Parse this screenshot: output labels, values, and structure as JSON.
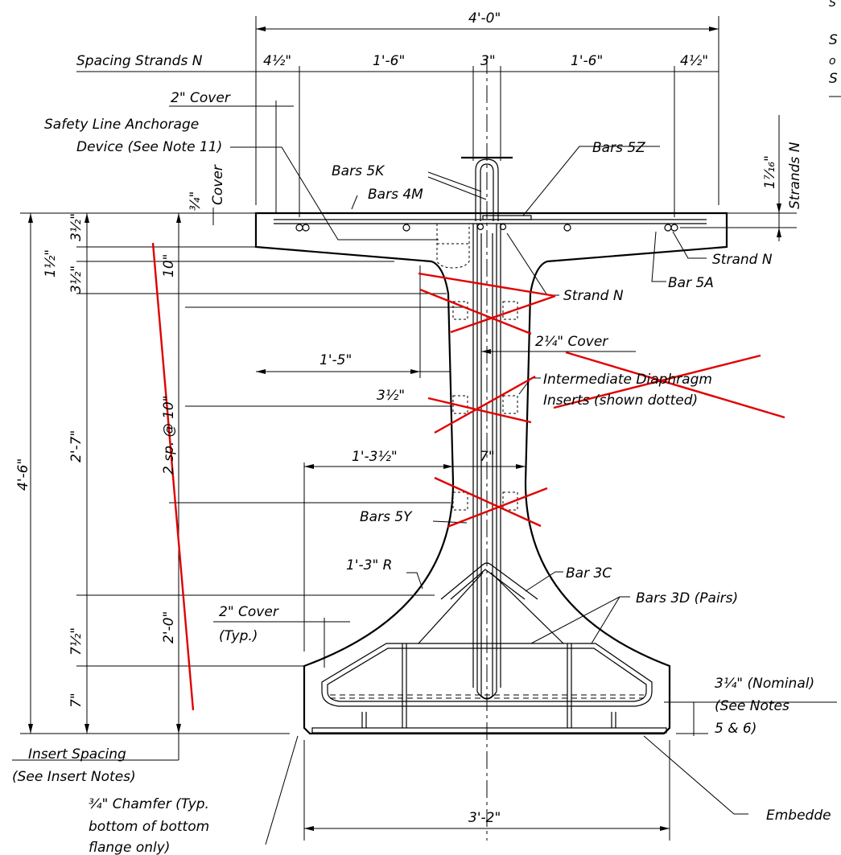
{
  "dims": {
    "top_width": "4'-0\"",
    "spacing_a": "4½\"",
    "spacing_b": "1'-6\"",
    "spacing_c": "3\"",
    "spacing_d": "1'-6\"",
    "spacing_e": "4½\"",
    "top_flange_depth": "3½\"",
    "top_taper_a": "1½\"",
    "top_taper_b": "3½\"",
    "flange_to_insert": "10\"",
    "web_height": "2'-7\"",
    "insert_spacing": "2 sp. @ 10\"",
    "overall_height": "4'-6\"",
    "fillet_depth": "7½\"",
    "bottom_flange_depth": "7\"",
    "insert_to_bottom": "2'-0\"",
    "half_top_flange": "1'-5\"",
    "web_offset": "3½\"",
    "half_bottom_flange": "1'-3½\"",
    "web_width": "7\"",
    "fillet_radius": "1'-3\" R",
    "bottom_width": "3'-2\"",
    "strand_offset": "1⁷⁄₁₆\""
  },
  "labels": {
    "spacing_strands": "Spacing Strands N",
    "cover_2in": "2\" Cover",
    "safety_line_1": "Safety Line Anchorage",
    "safety_line_2": "Device (See Note 11)",
    "cover_34": "¾\"",
    "cover_word": "Cover",
    "bars_4m": "Bars 4M",
    "bars_5k": "Bars 5K",
    "bars_5z": "Bars 5Z",
    "strand_n_right": "Strand N",
    "bar_5a": "Bar 5A",
    "strand_n_web": "Strand N",
    "cover_214": "2¼\" Cover",
    "intermediate_1": "Intermediate Diaphragm",
    "intermediate_2": "Inserts (shown dotted)",
    "bars_5y": "Bars 5Y",
    "bar_3c": "Bar 3C",
    "bars_3d": "Bars 3D (Pairs)",
    "cover_typ_1": "2\" Cover",
    "cover_typ_2": "(Typ.)",
    "nominal_1": "3¼\" (Nominal)",
    "nominal_2": "(See Notes",
    "nominal_3": "5 & 6)",
    "insert_spacing_1": "Insert Spacing",
    "insert_spacing_2": "(See Insert Notes)",
    "chamfer_1": "¾\" Chamfer (Typ.",
    "chamfer_2": "bottom of bottom",
    "chamfer_3": "flange only)",
    "embedded": "Embedde",
    "strands_vert": "Strands N",
    "margin_s1": "S",
    "margin_o": "o",
    "margin_s2": "S",
    "margin_top": "S"
  }
}
